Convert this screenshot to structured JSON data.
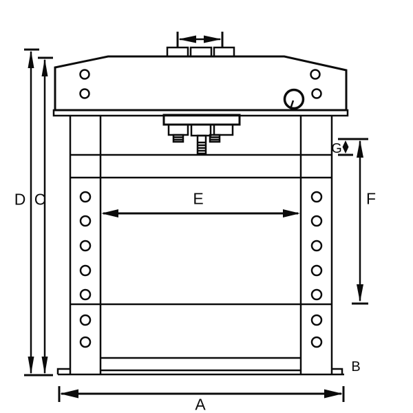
{
  "diagram": {
    "kind": "technical line drawing",
    "subject": "hydraulic shop press front elevation with dimension callouts",
    "colors": {
      "line": "#0b0b0b",
      "background": "#ffffff"
    },
    "labels": {
      "A": "A",
      "B": "B",
      "C": "C",
      "D": "D",
      "E": "E",
      "F": "F",
      "G": "G"
    }
  }
}
